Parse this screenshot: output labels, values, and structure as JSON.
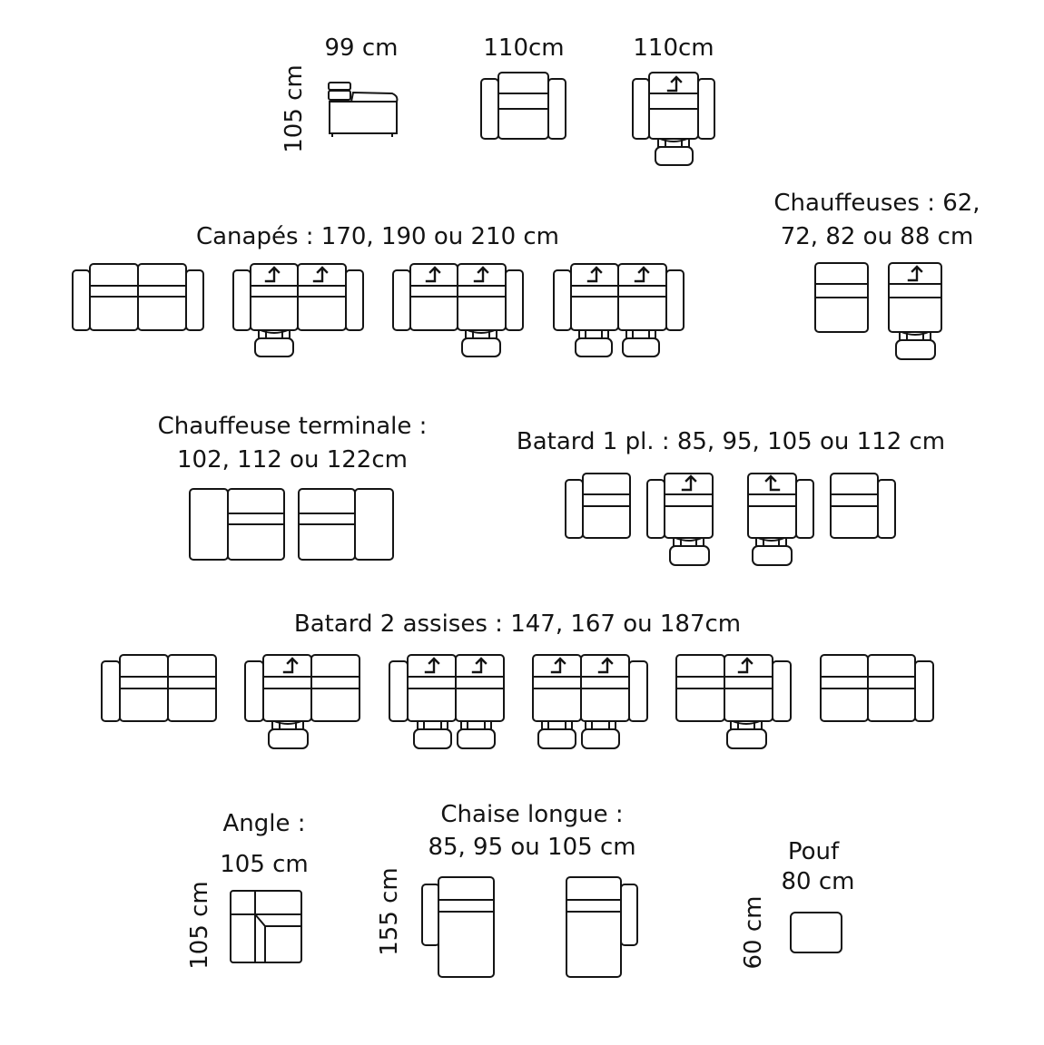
{
  "top": {
    "depth_label": "105 cm",
    "width_label_1": "99 cm",
    "width_label_2": "110cm",
    "width_label_3": "110cm"
  },
  "chauffeuses": {
    "title_line1": "Chauffeuses : 62,",
    "title_line2": "72, 82 ou 88 cm"
  },
  "canapes": {
    "title": "Canapés : 170, 190 ou 210 cm"
  },
  "chauffeuse_terminale": {
    "title_line1": "Chauffeuse terminale :",
    "title_line2": "102, 112 ou 122cm"
  },
  "batard1": {
    "title": "Batard 1 pl. : 85, 95, 105 ou 112 cm"
  },
  "batard2": {
    "title": "Batard 2 assises : 147, 167 ou 187cm"
  },
  "angle": {
    "title": "Angle :",
    "width_label": "105 cm",
    "depth_label": "105 cm"
  },
  "chaise_longue": {
    "title_line1": "Chaise longue :",
    "title_line2": "85, 95 ou 105 cm",
    "depth_label": "155 cm"
  },
  "pouf": {
    "title": "Pouf",
    "width_label": "80 cm",
    "depth_label": "60 cm"
  },
  "icons": {
    "module": "sofa-module-icon",
    "recliner": "recliner-arrow-icon"
  }
}
